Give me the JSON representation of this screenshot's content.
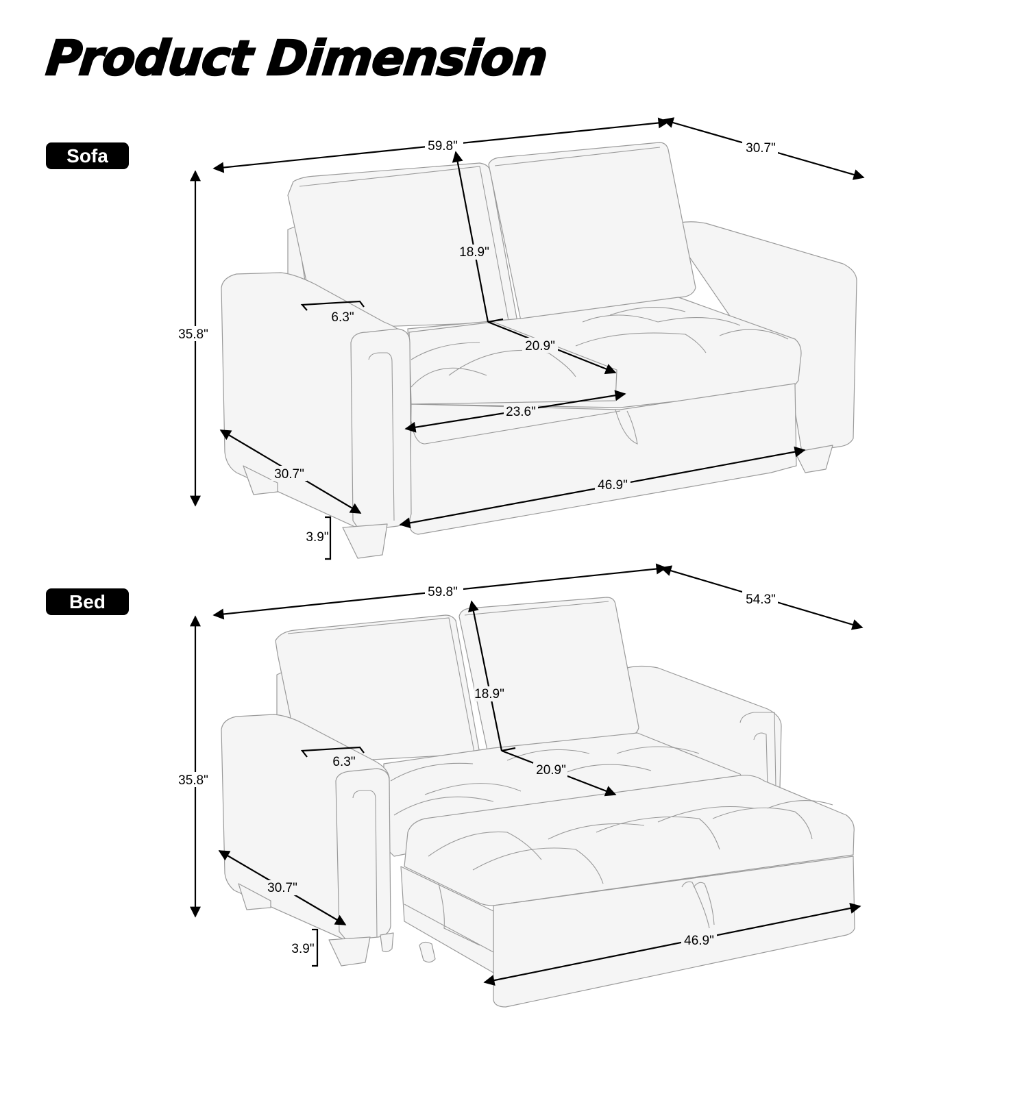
{
  "title": "Product Dimension",
  "colors": {
    "outline": "#9a9a9a",
    "fill": "#f5f5f5",
    "dimension_line": "#000000",
    "tag_bg": "#000000",
    "tag_text": "#ffffff"
  },
  "sofa": {
    "tag": "Sofa",
    "dimensions": {
      "overall_width": "59.8\"",
      "overall_depth": "30.7\"",
      "overall_height": "35.8\"",
      "back_height": "18.9\"",
      "arm_width": "6.3\"",
      "seat_depth": "20.9\"",
      "seat_width": "23.6\"",
      "side_depth": "30.7\"",
      "inner_width": "46.9\"",
      "leg_height": "3.9\""
    }
  },
  "bed": {
    "tag": "Bed",
    "dimensions": {
      "overall_width": "59.8\"",
      "overall_depth": "54.3\"",
      "overall_height": "35.8\"",
      "back_height": "18.9\"",
      "arm_width": "6.3\"",
      "seat_depth": "20.9\"",
      "side_depth": "30.7\"",
      "inner_width": "46.9\"",
      "leg_height": "3.9\""
    }
  }
}
